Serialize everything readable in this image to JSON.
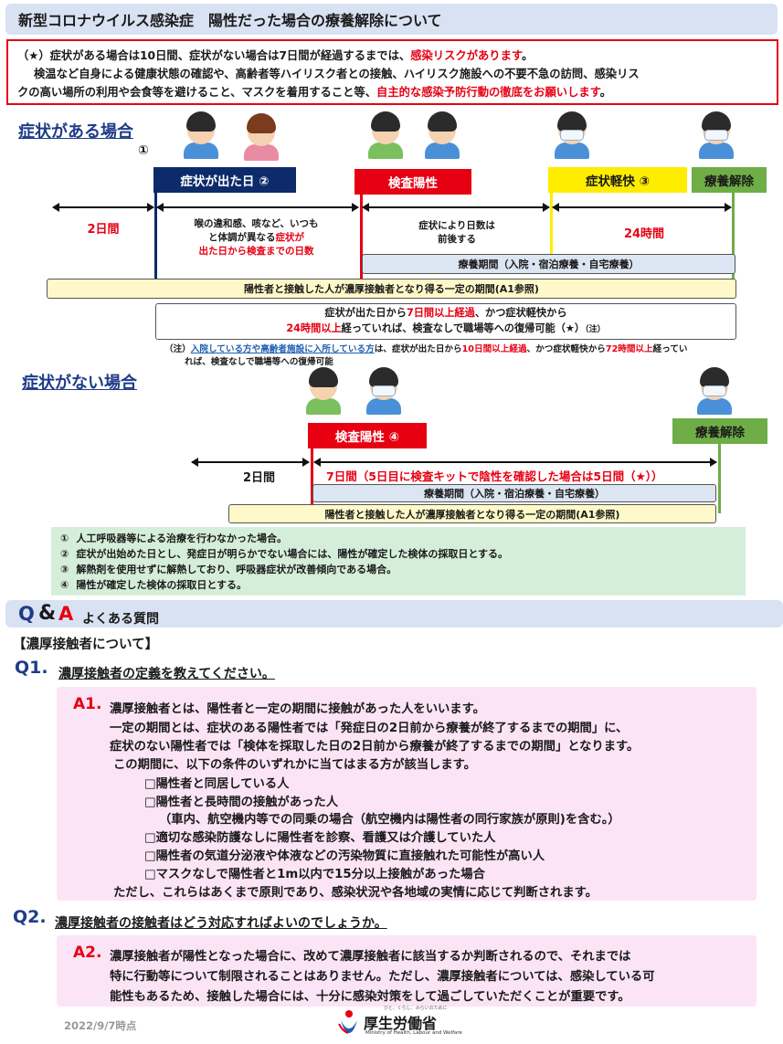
{
  "title": "新型コロナウイルス感染症　陽性だった場合の療養解除について",
  "warning": {
    "line1_a": "（★）症状がある場合は10日間、症状がない場合は7日間が経過するまでは、",
    "line1_red": "感染リスクがあります",
    "line1_b": "。",
    "line2": "検温など自身による健康状態の確認や、高齢者等ハイリスク者との接触、ハイリスク施設への不要不急の訪問、感染リス",
    "line3_a": "クの高い場所の利用や会食等を避けること、マスクを着用すること等、",
    "line3_red": "自主的な感染予防行動の徹底をお願いします",
    "line3_b": "。"
  },
  "symptomatic": {
    "heading": "症状がある場合",
    "heading_marker": "①",
    "onset_label": "症状が出た日 ②",
    "positive_label": "検査陽性",
    "improve_label": "症状軽快 ③",
    "release_label": "療養解除",
    "two_days": "2日間",
    "onset_note_1": "喉の違和感、咳など、いつも",
    "onset_note_2": "と体調が異なる",
    "onset_note_2_red": "症状が",
    "onset_note_3_red": "出た日から検査までの日数",
    "pos_note_1": "症状により日数は",
    "pos_note_2": "前後する",
    "hours_24": "24時間",
    "treatment_period": "療養期間（入院・宿泊療養・自宅療養）",
    "contact_period": "陽性者と接触した人が濃厚接触者となり得る一定の期間(A1参照)",
    "return_1a": "症状が出た日から",
    "return_1red": "7日間以上経過",
    "return_1b": "、かつ症状軽快から",
    "return_2red": "24時間以上",
    "return_2b": "経っていれば、検査なしで職場等への復帰可能（★）",
    "return_2note": "（注）",
    "note_a": "（注）",
    "note_blue": "入院している方や高齢者施設に入所している方",
    "note_b": "は、症状が出た日から",
    "note_red1": "10日間以上経過",
    "note_c": "、かつ症状軽快から",
    "note_red2": "72時間以上",
    "note_d": "経ってい",
    "note_line2": "れば、検査なしで職場等への復帰可能"
  },
  "asymptomatic": {
    "heading": "症状がない場合",
    "positive_label": "検査陽性 ④",
    "release_label": "療養解除",
    "two_days": "2日間",
    "seven_days": "7日間（5日目に検査キットで陰性を確認した場合は5日間（★））",
    "treatment_period": "療養期間（入院・宿泊療養・自宅療養）",
    "contact_period": "陽性者と接触した人が濃厚接触者となり得る一定の期間(A1参照)"
  },
  "footnotes": [
    {
      "mark": "①",
      "text": "人工呼吸器等による治療を行わなかった場合。"
    },
    {
      "mark": "②",
      "text": "症状が出始めた日とし、発症日が明らかでない場合には、陽性が確定した検体の採取日とする。"
    },
    {
      "mark": "③",
      "text": "解熱剤を使用せずに解熱しており、呼吸器症状が改善傾向である場合。"
    },
    {
      "mark": "④",
      "text": "陽性が確定した検体の採取日とする。"
    }
  ],
  "qa": {
    "q_letter": "Q",
    "amp": "&",
    "a_letter": "A",
    "heading": "よくある質問",
    "category": "【濃厚接触者について】",
    "q1_num": "Q1.",
    "q1_text": "濃厚接触者の定義を教えてください。",
    "a1_num": "A1.",
    "a1_lines": [
      "濃厚接触者とは、陽性者と一定の期間に接触があった人をいいます。",
      "一定の期間とは、症状のある陽性者では「発症日の2日前から療養が終了するまでの期間」に、",
      "症状のない陽性者では「検体を採取した日の2日前から療養が終了するまでの期間」となります。",
      "この期間に、以下の条件のいずれかに当てはまる方が該当します。",
      "□陽性者と同居している人",
      "□陽性者と長時間の接触があった人",
      "（車内、航空機内等での同乗の場合（航空機内は陽性者の同行家族が原則)を含む。）",
      "□適切な感染防護なしに陽性者を診察、看護又は介護していた人",
      "□陽性者の気道分泌液や体液などの汚染物質に直接触れた可能性が高い人",
      "□マスクなしで陽性者と1m以内で15分以上接触があった場合",
      "ただし、これらはあくまで原則であり、感染状況や各地域の実情に応じて判断されます。"
    ],
    "q2_num": "Q2.",
    "q2_text": "濃厚接触者の接触者はどう対応すればよいのでしょうか。",
    "a2_num": "A2.",
    "a2_lines": [
      "濃厚接触者が陽性となった場合に、改めて濃厚接触者に該当するか判断されるので、それまでは",
      "特に行動等について制限されることはありません。ただし、濃厚接触者については、感染している可",
      "能性もあるため、接触した場合には、十分に感染対策をして過ごしていただくことが重要です。"
    ]
  },
  "footer": {
    "date": "2022/9/7時点",
    "ministry": "厚生労働省",
    "tagline": "ひと、くらし、みらいのために",
    "english": "Ministry of Health, Labour and Welfare"
  },
  "colors": {
    "accent_red": "#e60012",
    "navy": "#0d2a6b",
    "yellow": "#ffed00",
    "green": "#6fad46",
    "title_bg": "#d9e2f3",
    "answer_bg": "#fbe4f5",
    "footnote_bg": "#d5eed9"
  }
}
